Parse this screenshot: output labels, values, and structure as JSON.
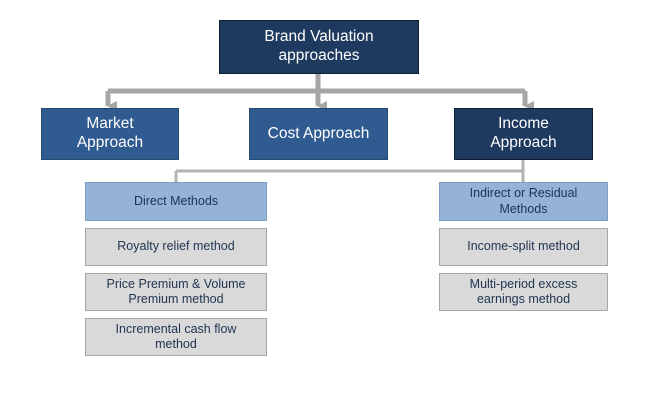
{
  "root": {
    "label": "Brand Valuation approaches"
  },
  "approaches": {
    "market": "Market Approach",
    "cost": "Cost Approach",
    "income": "Income Approach"
  },
  "methods": {
    "direct": {
      "label": "Direct Methods",
      "items": [
        "Royalty relief method",
        "Price Premium & Volume Premium method",
        "Incremental cash flow method"
      ]
    },
    "indirect": {
      "label": "Indirect or Residual Methods",
      "items": [
        "Income-split method",
        "Multi-period excess earnings method"
      ]
    }
  },
  "colors": {
    "root": "#1f3a5f",
    "approach": "#2f5b90",
    "category": "#95b3d7",
    "method": "#d9d9d9",
    "connector": "#a6a6a6"
  }
}
